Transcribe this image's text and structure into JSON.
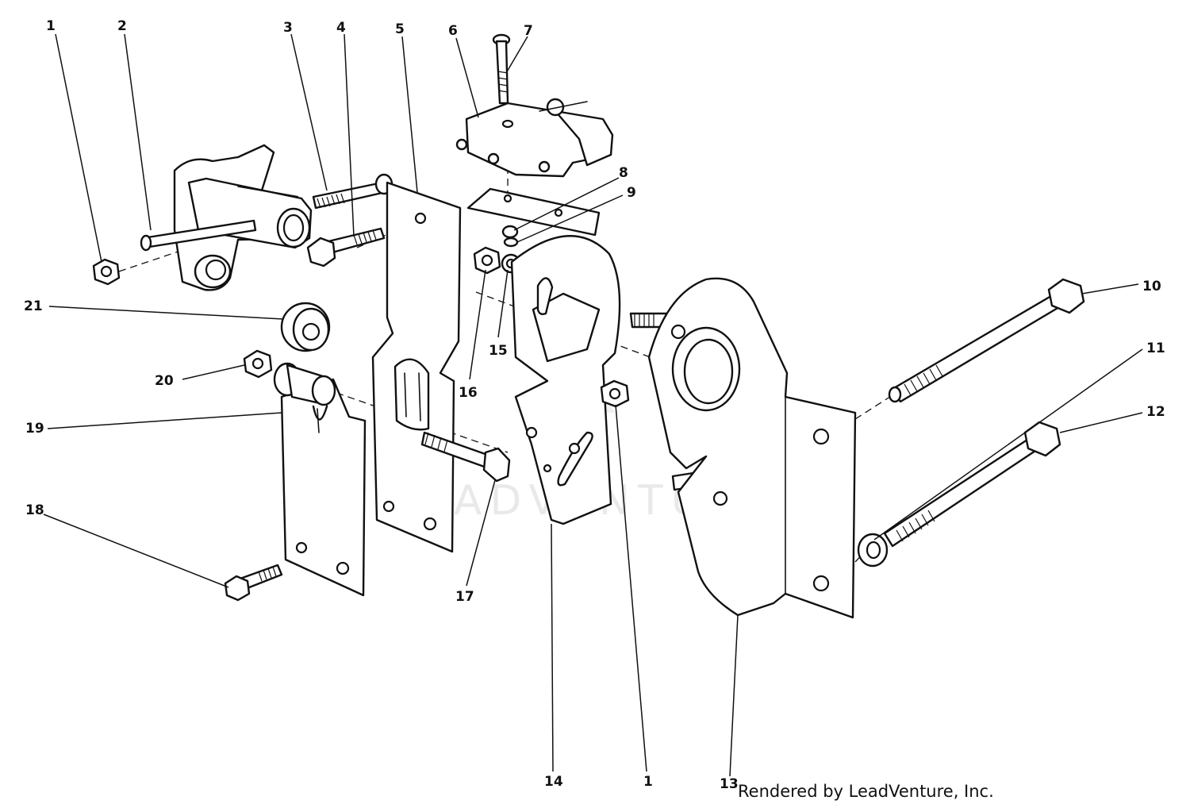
{
  "watermark": "LEADVENTURE",
  "credit": "Rendered by LeadVenture, Inc.",
  "callouts": {
    "c1a": "1",
    "c2": "2",
    "c3": "3",
    "c4": "4",
    "c5": "5",
    "c6": "6",
    "c7": "7",
    "c8": "8",
    "c9": "9",
    "c10": "10",
    "c11": "11",
    "c12": "12",
    "c13": "13",
    "c14": "14",
    "c1b": "1",
    "c15": "15",
    "c16": "16",
    "c17": "17",
    "c18": "18",
    "c19": "19",
    "c20": "20",
    "c21": "21"
  },
  "colors": {
    "ink": "#111111",
    "paper": "#ffffff",
    "watermark": "#e9e9e9"
  }
}
